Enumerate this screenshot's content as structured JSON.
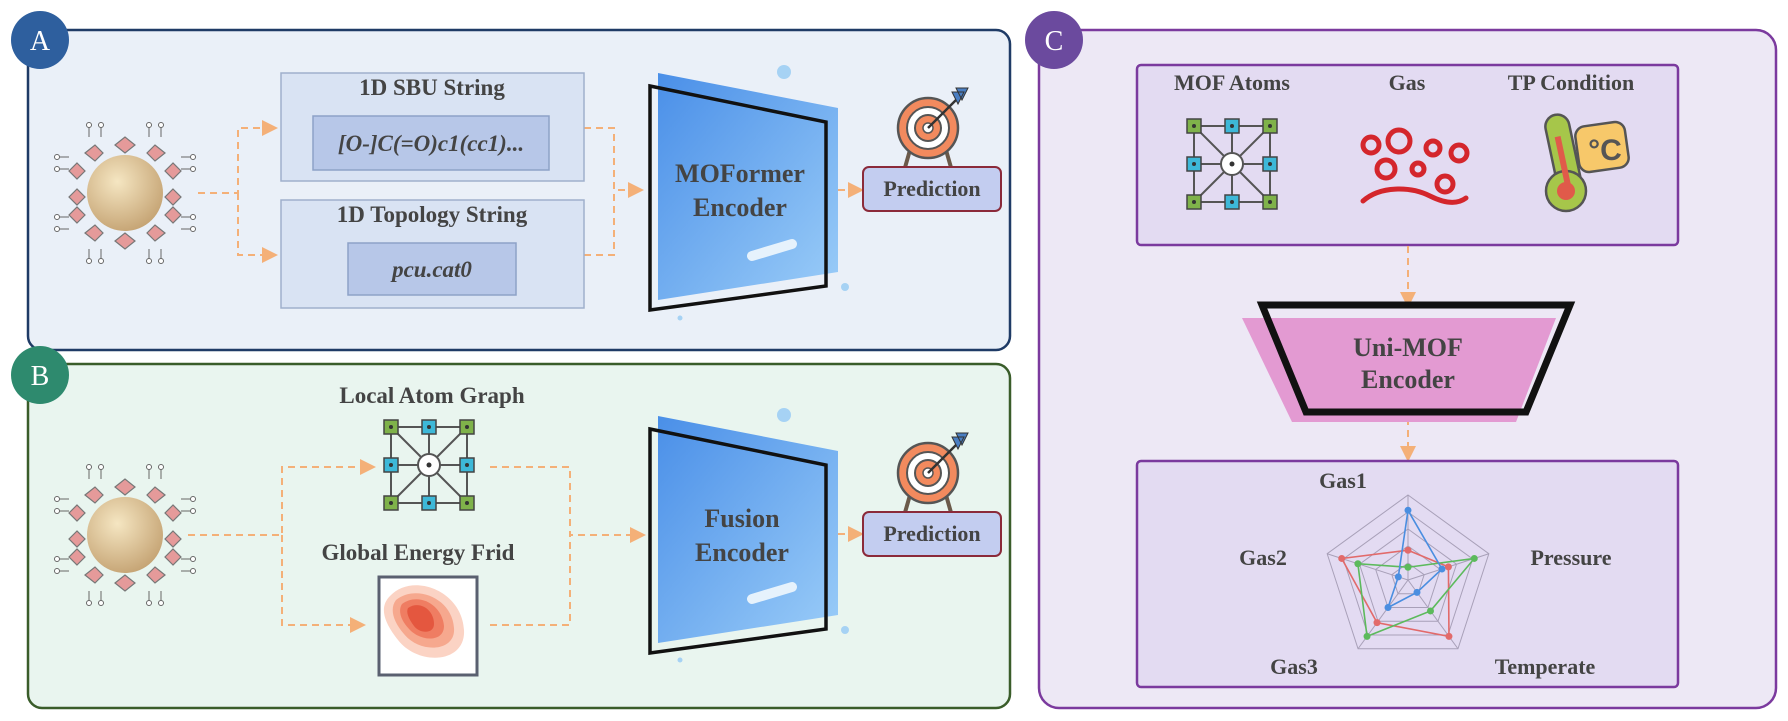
{
  "panels": {
    "a": {
      "badge": "A",
      "sbu_title": "1D SBU String",
      "sbu_value": "[O-]C(=O)c1(cc1)...",
      "topology_title": "1D Topology String",
      "topology_value": "pcu.cat0",
      "encoder_line1": "MOFormer",
      "encoder_line2": "Encoder",
      "prediction": "Prediction"
    },
    "b": {
      "badge": "B",
      "graph_title": "Local Atom Graph",
      "energy_title": "Global Energy Frid",
      "encoder_line1": "Fusion",
      "encoder_line2": "Encoder",
      "prediction": "Prediction"
    },
    "c": {
      "badge": "C",
      "inputs": [
        "MOF Atoms",
        "Gas",
        "TP Condition"
      ],
      "thermo_unit": "°C",
      "encoder_line1": "Uni-MOF",
      "encoder_line2": "Encoder",
      "radar_axes": [
        "Gas1",
        "Pressure",
        "Temperate",
        "Gas3",
        "Gas2"
      ]
    }
  },
  "chart_data": {
    "type": "radar",
    "axes": [
      "Gas1",
      "Pressure",
      "Temperate",
      "Gas3",
      "Gas2"
    ],
    "max": 1.0,
    "rings": 5,
    "series": [
      {
        "color": "#e26a6a",
        "values": [
          0.35,
          0.5,
          0.82,
          0.62,
          0.82
        ]
      },
      {
        "color": "#5cba5c",
        "values": [
          0.15,
          0.82,
          0.45,
          0.82,
          0.62
        ]
      },
      {
        "color": "#4a8ee0",
        "values": [
          0.82,
          0.42,
          0.18,
          0.4,
          0.12
        ]
      }
    ]
  },
  "colors": {
    "badge_a": "#2e5f9e",
    "badge_b": "#2e8a6e",
    "badge_c": "#6b4a9e",
    "panel_a_bg": "#eaf0f8",
    "panel_b_bg": "#e9f5ef",
    "panel_c_bg": "#ede8f5",
    "arrow": "#f4b078",
    "encoder_pink": "#e39ad2"
  }
}
